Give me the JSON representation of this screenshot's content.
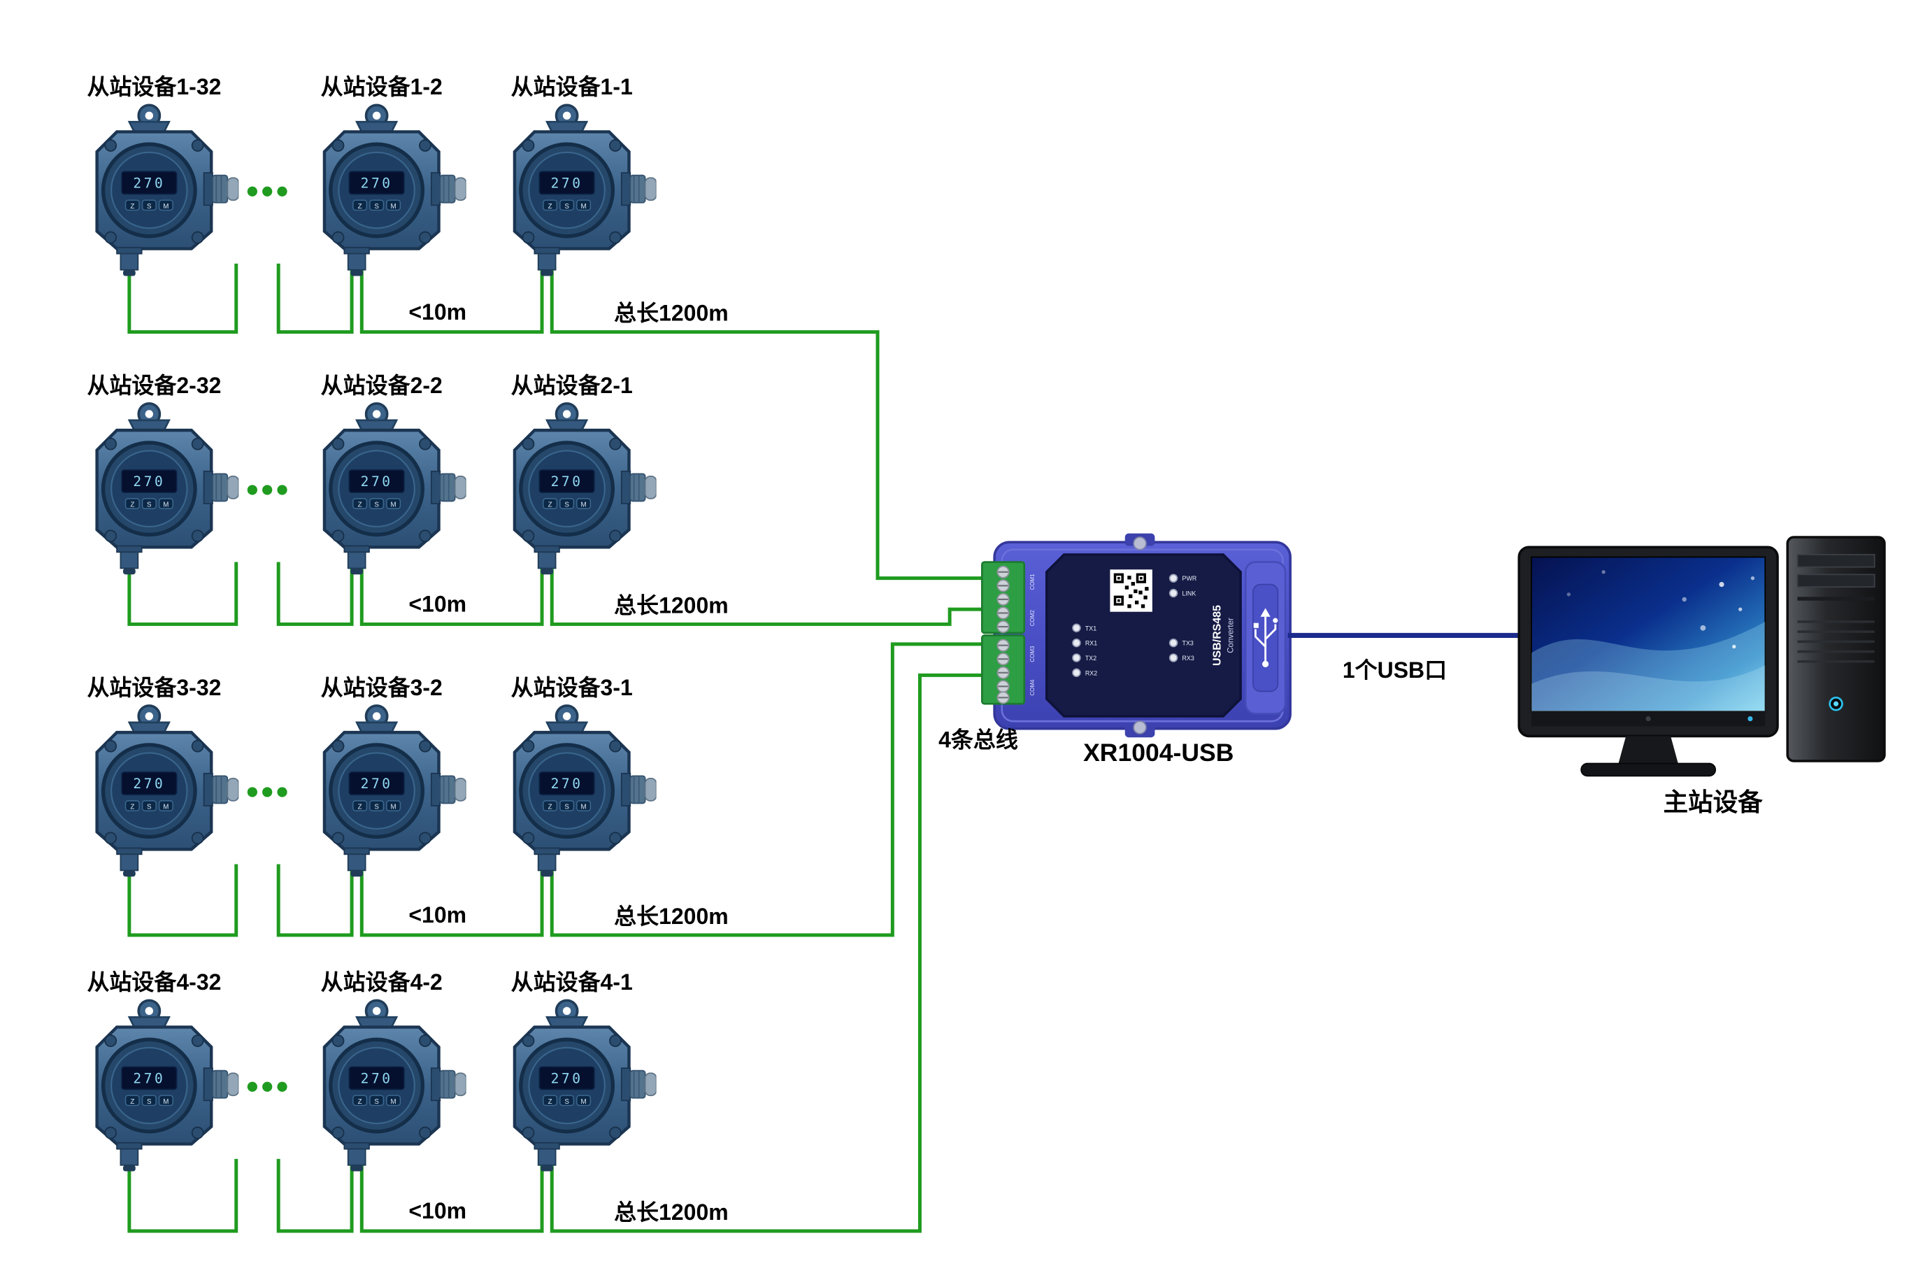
{
  "rows": [
    {
      "devices": [
        "从站设备1-32",
        "从站设备1-2",
        "从站设备1-1"
      ],
      "distance_label": "<10m",
      "bus_length_label": "总长1200m"
    },
    {
      "devices": [
        "从站设备2-32",
        "从站设备2-2",
        "从站设备2-1"
      ],
      "distance_label": "<10m",
      "bus_length_label": "总长1200m"
    },
    {
      "devices": [
        "从站设备3-32",
        "从站设备3-2",
        "从站设备3-1"
      ],
      "distance_label": "<10m",
      "bus_length_label": "总长1200m"
    },
    {
      "devices": [
        "从站设备4-32",
        "从站设备4-2",
        "从站设备4-1"
      ],
      "distance_label": "<10m",
      "bus_length_label": "总长1200m"
    }
  ],
  "device": {
    "display": "270",
    "buttons": [
      "Z",
      "S",
      "M"
    ]
  },
  "converter": {
    "model": "XR1004-USB",
    "bus_count_label": "4条总线",
    "panel_title": "USB/RS485",
    "panel_subtitle": "Converter",
    "leds": [
      "TX1",
      "RX1",
      "TX2",
      "RX2",
      "PWR",
      "LINK",
      "TX3",
      "RX3"
    ],
    "terminals": [
      "COM1",
      "COM2",
      "COM3",
      "COM4"
    ]
  },
  "usb_label": "1个USB口",
  "master_label": "主站设备",
  "colors": {
    "wire_green": "#1f9b1f",
    "usb_cable_blue": "#1b2a8c",
    "converter_blue": "#4a4fc6",
    "terminal_green": "#2e9e44"
  }
}
